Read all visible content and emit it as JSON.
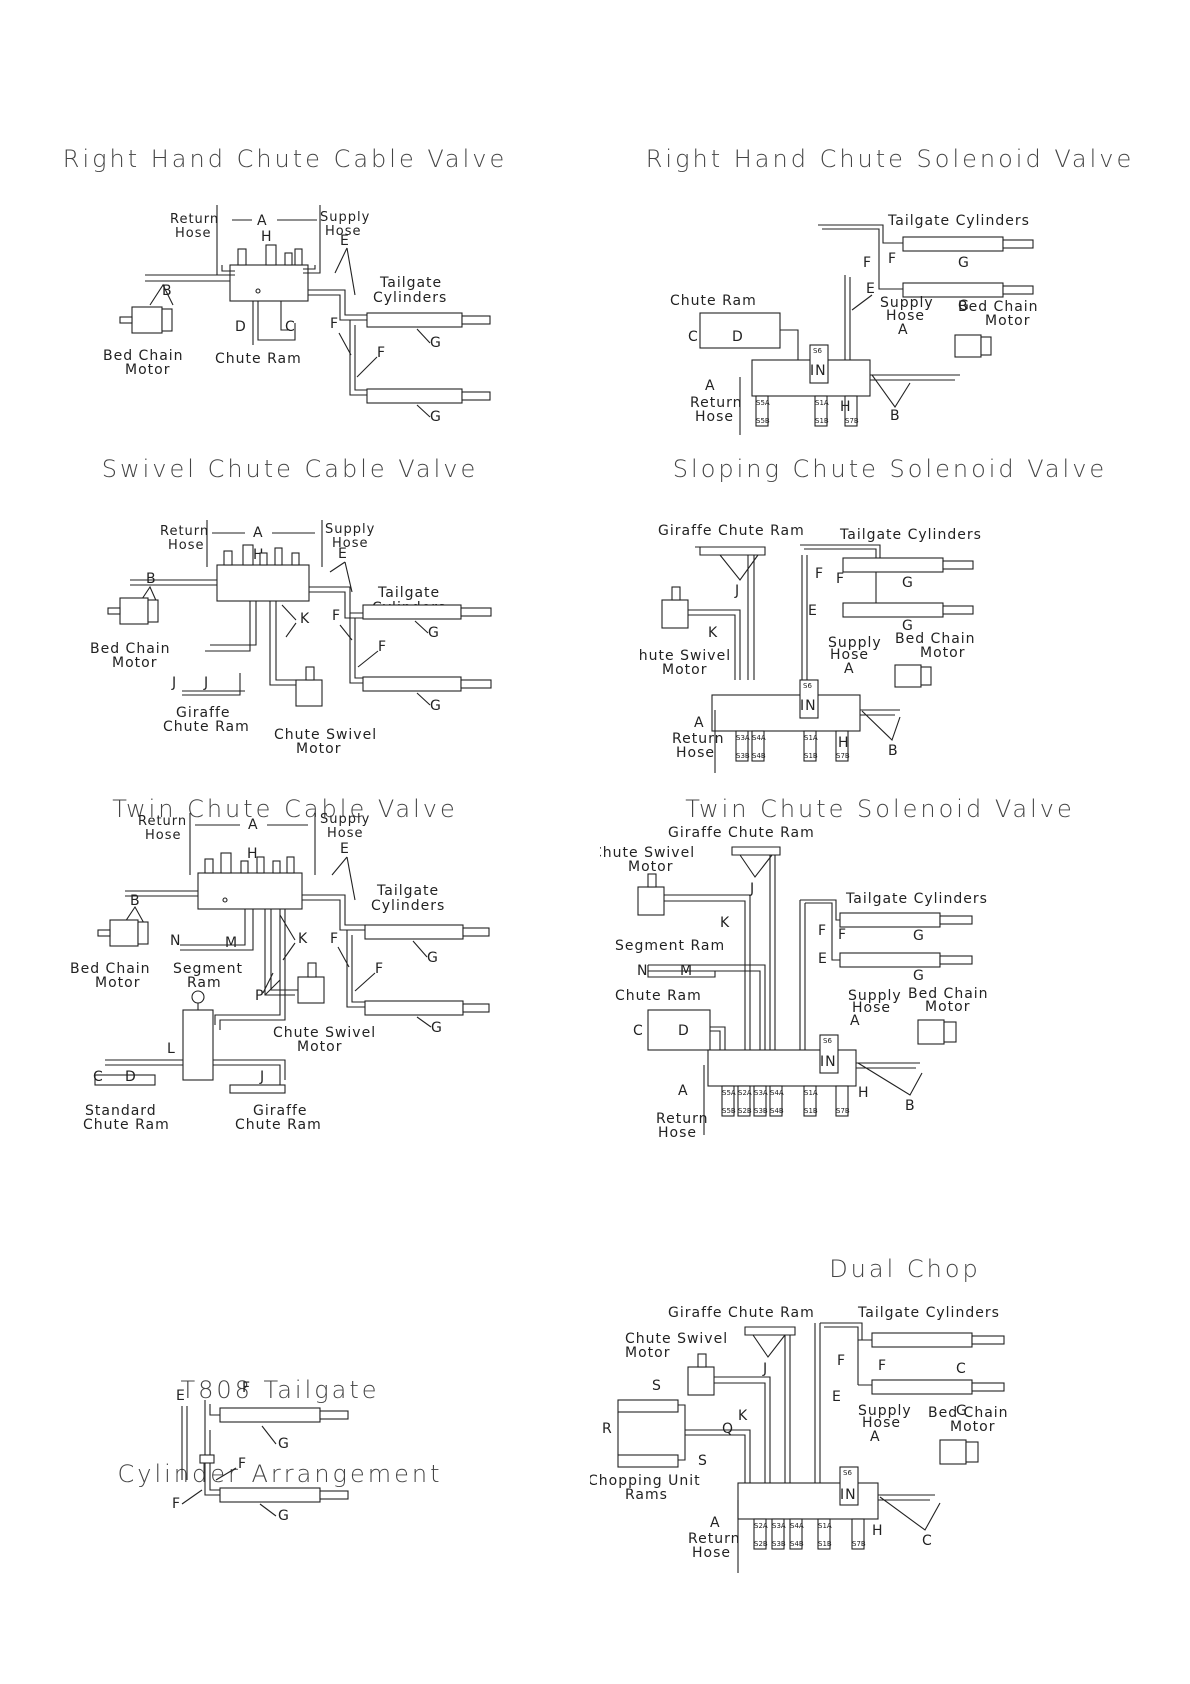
{
  "panels": {
    "rh_cable": {
      "title": "Right Hand Chute Cable Valve",
      "labels": {
        "return_hose_1": "Return",
        "return_hose_2": "Hose",
        "supply_hose_1": "Supply",
        "supply_hose_2": "Hose",
        "A": "A",
        "H": "H",
        "E": "E",
        "B": "B",
        "D": "D",
        "C": "C",
        "F1": "F",
        "F2": "F",
        "G1": "G",
        "G2": "G",
        "tailgate_1": "Tailgate",
        "tailgate_2": "Cylinders",
        "bed_chain_1": "Bed Chain",
        "bed_chain_2": "Motor",
        "chute_ram": "Chute Ram"
      }
    },
    "rh_solenoid": {
      "title": "Right Hand Chute Solenoid Valve",
      "labels": {
        "tailgate": "Tailgate Cylinders",
        "F1": "F",
        "F2": "F",
        "G1": "G",
        "G2": "G",
        "E": "E",
        "chute_ram": "Chute Ram",
        "C": "C",
        "D": "D",
        "supply_1": "Supply",
        "supply_2": "Hose",
        "A1": "A",
        "bed_chain_1": "Bed Chain",
        "bed_chain_2": "Motor",
        "S6": "S6",
        "IN": "IN",
        "A2": "A",
        "return_1": "Return",
        "return_2": "Hose",
        "H": "H",
        "B": "B",
        "S5A": "S5A",
        "S5B": "S5B",
        "S1A": "S1A",
        "S1B": "S1B",
        "S7B": "S7B"
      }
    },
    "swivel_cable": {
      "title": "Swivel Chute Cable Valve",
      "labels": {
        "return_1": "Return",
        "return_2": "Hose",
        "supply_1": "Supply",
        "supply_2": "Hose",
        "A": "A",
        "H": "H",
        "E": "E",
        "B": "B",
        "K": "K",
        "J1": "J",
        "J2": "J",
        "F1": "F",
        "F2": "F",
        "G1": "G",
        "G2": "G",
        "tailgate_1": "Tailgate",
        "tailgate_2": "Cylinders",
        "bed_chain_1": "Bed Chain",
        "bed_chain_2": "Motor",
        "giraffe_1": "Giraffe",
        "giraffe_2": "Chute Ram",
        "swivel_1": "Chute Swivel",
        "swivel_2": "Motor"
      }
    },
    "sloping_solenoid": {
      "title": "Sloping Chute Solenoid Valve",
      "labels": {
        "giraffe": "Giraffe Chute Ram",
        "tailgate": "Tailgate Cylinders",
        "J": "J",
        "F1": "F",
        "F2": "F",
        "G1": "G",
        "G2": "G",
        "K": "K",
        "E": "E",
        "swivel_1": "Chute Swivel",
        "swivel_2": "Motor",
        "supply_1": "Supply",
        "supply_2": "Hose",
        "A1": "A",
        "bed_chain_1": "Bed Chain",
        "bed_chain_2": "Motor",
        "S6": "S6",
        "IN": "IN",
        "A2": "A",
        "return_1": "Return",
        "return_2": "Hose",
        "H": "H",
        "B": "B",
        "S3A": "S3A",
        "S4A": "S4A",
        "S1A": "S1A",
        "S3B": "S3B",
        "S4B": "S4B",
        "S1B": "S1B",
        "S7B": "S7B"
      }
    },
    "twin_cable": {
      "title": "Twin Chute Cable Valve",
      "labels": {
        "return_1": "Return",
        "return_2": "Hose",
        "supply_1": "Supply",
        "supply_2": "Hose",
        "A": "A",
        "H": "H",
        "E": "E",
        "B": "B",
        "N": "N",
        "M": "M",
        "K": "K",
        "P": "P",
        "L": "L",
        "C": "C",
        "D": "D",
        "J": "J",
        "F1": "F",
        "F2": "F",
        "G1": "G",
        "G2": "G",
        "tailgate_1": "Tailgate",
        "tailgate_2": "Cylinders",
        "bed_chain_1": "Bed Chain",
        "bed_chain_2": "Motor",
        "segment_1": "Segment",
        "segment_2": "Ram",
        "swivel_1": "Chute Swivel",
        "swivel_2": "Motor",
        "standard_1": "Standard",
        "standard_2": "Chute Ram",
        "giraffe_1": "Giraffe",
        "giraffe_2": "Chute Ram"
      }
    },
    "twin_solenoid": {
      "title": "Twin Chute Solenoid Valve",
      "labels": {
        "giraffe": "Giraffe Chute Ram",
        "swivel_1": "Chute Swivel",
        "swivel_2": "Motor",
        "J": "J",
        "tailgate": "Tailgate Cylinders",
        "K": "K",
        "F1": "F",
        "F2": "F",
        "G1": "G",
        "G2": "G",
        "segment": "Segment Ram",
        "N": "N",
        "M": "M",
        "E": "E",
        "chute_ram": "Chute Ram",
        "C": "C",
        "D": "D",
        "supply_1": "Supply",
        "supply_2": "Hose",
        "A1": "A",
        "bed_chain_1": "Bed Chain",
        "bed_chain_2": "Motor",
        "S6": "S6",
        "IN": "IN",
        "A2": "A",
        "return_1": "Return",
        "return_2": "Hose",
        "H": "H",
        "B": "B",
        "S5A": "S5A",
        "S2A": "S2A",
        "S3A": "S3A",
        "S4A": "S4A",
        "S1A": "S1A",
        "S5B": "S5B",
        "S2B": "S2B",
        "S3B": "S3B",
        "S4B": "S4B",
        "S1B": "S1B",
        "S7B": "S7B"
      }
    },
    "t808": {
      "title_1": "T808 Tailgate",
      "title_2": "Cylinder Arrangement",
      "labels": {
        "F1": "F",
        "E": "E",
        "G1": "G",
        "F2": "F",
        "F3": "F",
        "G2": "G"
      }
    },
    "dual_chop": {
      "title": "Dual Chop",
      "labels": {
        "giraffe": "Giraffe Chute Ram",
        "tailgate": "Tailgate Cylinders",
        "swivel_1": "Chute Swivel",
        "swivel_2": "Motor",
        "J": "J",
        "F1": "F",
        "F2": "F",
        "C1": "C",
        "G": "G",
        "S1": "S",
        "S2": "S",
        "K": "K",
        "Q": "Q",
        "E": "E",
        "R": "R",
        "supply_1": "Supply",
        "supply_2": "Hose",
        "A1": "A",
        "bed_chain_1": "Bed Chain",
        "bed_chain_2": "Motor",
        "chopping_1": "Chopping Unit",
        "chopping_2": "Rams",
        "S6": "S6",
        "IN": "IN",
        "A2": "A",
        "return_1": "Return",
        "return_2": "Hose",
        "H": "H",
        "C2": "C",
        "S2A": "S2A",
        "S3A": "S3A",
        "S4A": "S4A",
        "S1A": "S1A",
        "S2B": "S2B",
        "S3B": "S3B",
        "S4B": "S4B",
        "S1B": "S1B",
        "S7B": "S7B"
      }
    }
  }
}
